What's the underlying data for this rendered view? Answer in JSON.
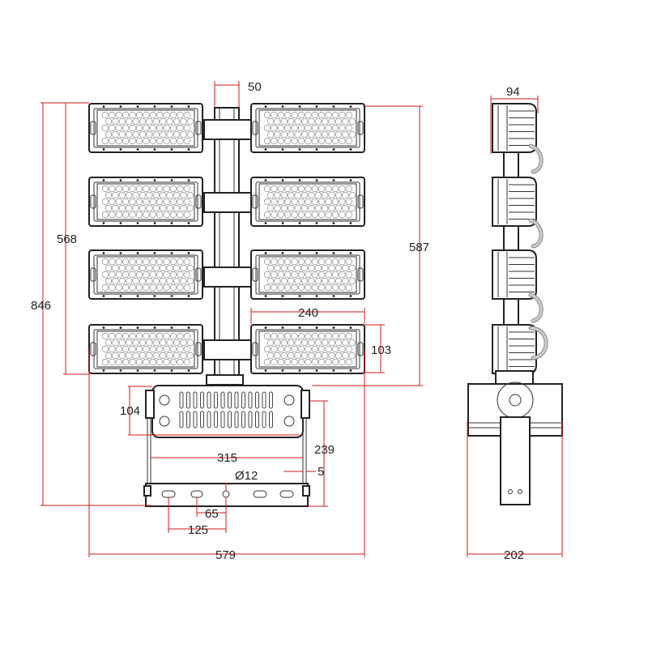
{
  "dimensions": {
    "pole_width": "50",
    "total_height": "846",
    "array_height": "568",
    "pole_span": "587",
    "module_width": "240",
    "module_height": "103",
    "bracket_height": "104",
    "bracket_width": "315",
    "bracket_depth": "239",
    "plate_edge": "5",
    "hole_diameter": "Ø12",
    "hole_spacing_small": "65",
    "hole_spacing_large": "125",
    "overall_width": "579",
    "side_width": "94",
    "side_depth": "202"
  },
  "colors": {
    "dimension_line": "#d21a1a",
    "outline": "#222222"
  }
}
